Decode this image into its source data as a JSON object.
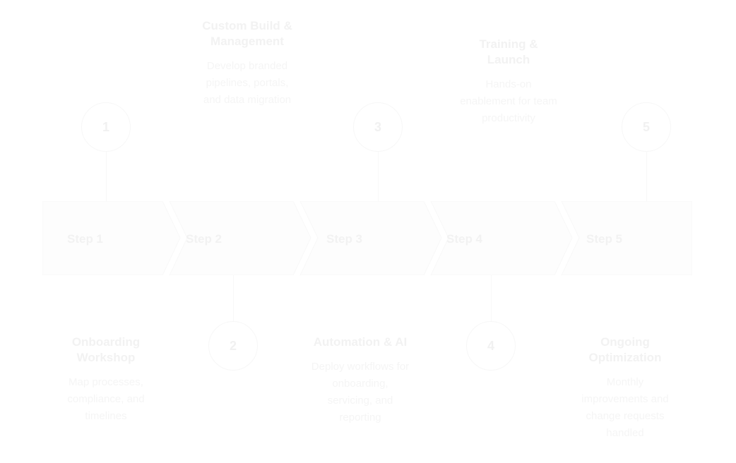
{
  "diagram": {
    "steps": [
      {
        "number": "1",
        "label": "Step 1",
        "title": "Onboarding Workshop",
        "description": "Map processes, compliance, and timelines"
      },
      {
        "number": "2",
        "label": "Step 2",
        "title": "Custom Build & Management",
        "description": "Develop branded pipelines, portals, and data migration"
      },
      {
        "number": "3",
        "label": "Step 3",
        "title": "Automation & AI",
        "description": "Deploy workflows for onboarding, servicing, and reporting"
      },
      {
        "number": "4",
        "label": "Step 4",
        "title": "Training & Launch",
        "description": "Hands-on enablement for team productivity"
      },
      {
        "number": "5",
        "label": "Step 5",
        "title": "Ongoing Optimization",
        "description": "Monthly improvements and change requests handled"
      }
    ],
    "colors": {
      "band": "#fbfbfb",
      "text": "#f2f2f2",
      "outline": "#f7f7f7"
    }
  }
}
